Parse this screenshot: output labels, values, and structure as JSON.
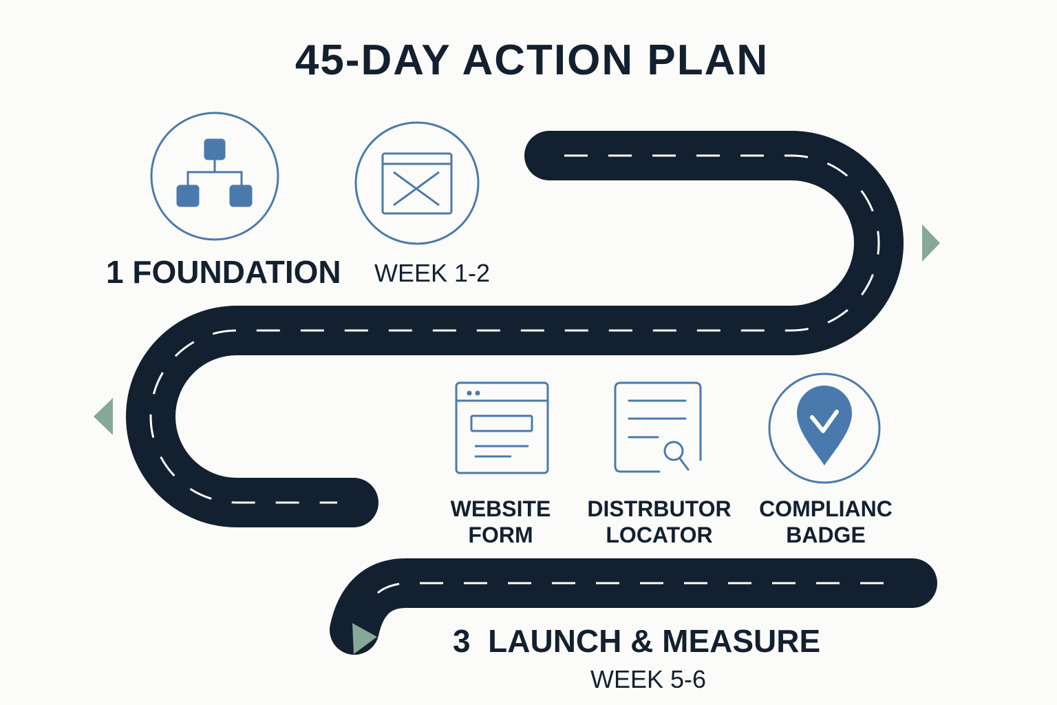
{
  "title": "45-DAY ACTION PLAN",
  "phases": [
    {
      "number": "1",
      "name": "FOUNDATION",
      "week": "WEEK 1-2"
    },
    {
      "number": "3",
      "name": "LAUNCH & MEASURE",
      "week": "WEEK 5-6"
    }
  ],
  "features": [
    {
      "line1": "WEBSITE",
      "line2": "FORM",
      "icon": "website-form-icon"
    },
    {
      "line1": "DISTRBUTOR",
      "line2": "LOCATOR",
      "icon": "document-search-icon"
    },
    {
      "line1": "COMPLIANC",
      "line2": "BADGE",
      "icon": "location-check-icon"
    }
  ],
  "icons": [
    "hierarchy-icon",
    "browser-x-icon"
  ],
  "colors": {
    "road": "#13202f",
    "accent": "#4a7aad",
    "arrow": "#86a897",
    "background": "#fbfbfa"
  }
}
